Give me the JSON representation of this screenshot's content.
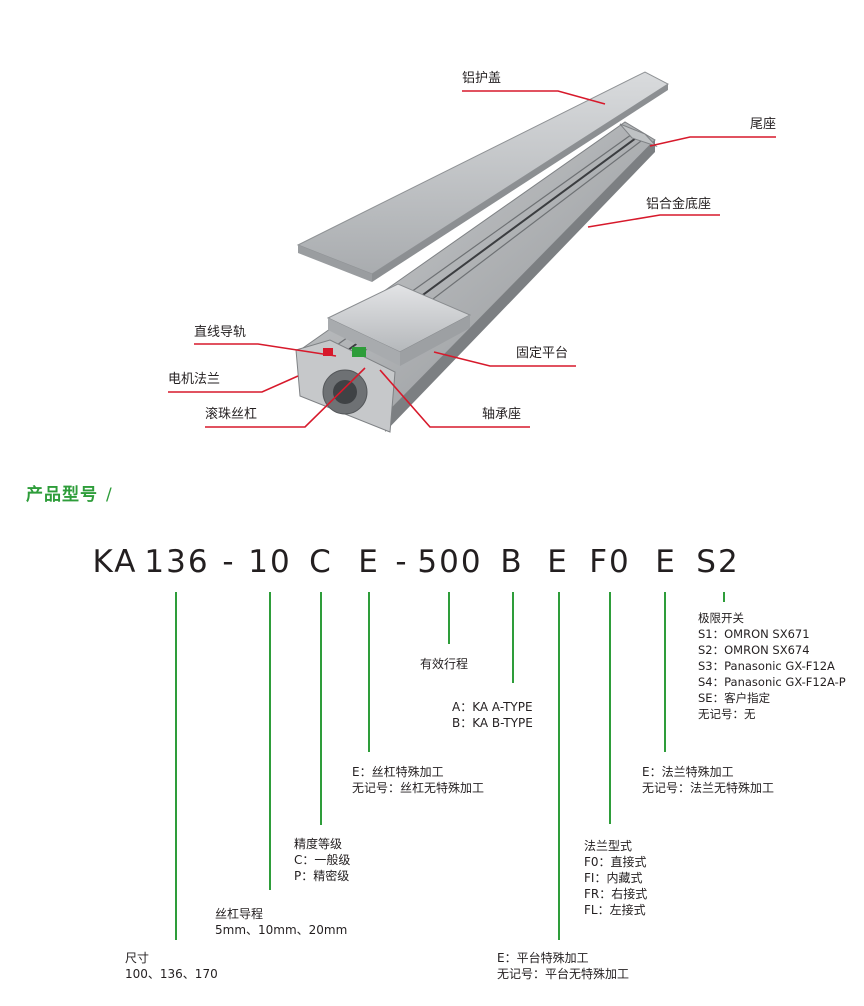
{
  "callouts": {
    "cover": "铝护盖",
    "tail_seat": "尾座",
    "base": "铝合金底座",
    "rail": "直线导轨",
    "flange": "电机法兰",
    "screw": "滚珠丝杠",
    "platform": "固定平台",
    "bearing": "轴承座"
  },
  "section_title": "产品型号",
  "section_slash": "/",
  "code": {
    "s1": "KA",
    "s2": "136",
    "d1": "-",
    "s3": "10",
    "s4": "C",
    "s5": "E",
    "d2": "-",
    "s6": "500",
    "s7": "B",
    "s8": "E",
    "s9": "F0",
    "s10": "E",
    "s11": "S2"
  },
  "descriptions": {
    "size": {
      "title": "尺寸",
      "values": "100、136、170"
    },
    "lead": {
      "title": "丝杠导程",
      "values": "5mm、10mm、20mm"
    },
    "precision": {
      "title": "精度等级",
      "c": "C：一般级",
      "p": "P：精密级"
    },
    "screw_proc": {
      "e": "E：丝杠特殊加工",
      "none": "无记号：丝杠无特殊加工"
    },
    "stroke": {
      "title": "有效行程"
    },
    "type": {
      "a": "A：KA A-TYPE",
      "b": "B：KA B-TYPE"
    },
    "platform_proc": {
      "e": "E：平台特殊加工",
      "none": "无记号：平台无特殊加工"
    },
    "flange_type": {
      "title": "法兰型式",
      "f0": "F0：直接式",
      "fi": "FI：内藏式",
      "fr": "FR：右接式",
      "fl": "FL：左接式"
    },
    "flange_proc": {
      "e": "E：法兰特殊加工",
      "none": "无记号：法兰无特殊加工"
    },
    "limit": {
      "title": "极限开关",
      "s1": "S1：OMRON SX671",
      "s2": "S2：OMRON SX674",
      "s3": "S3：Panasonic GX-F12A",
      "s4": "S4：Panasonic GX-F12A-P",
      "se": "SE：客户指定",
      "none": "无记号：无"
    }
  },
  "colors": {
    "accent_green": "#2e9d3a",
    "callout_red": "#d7192b",
    "text": "#231f20"
  }
}
